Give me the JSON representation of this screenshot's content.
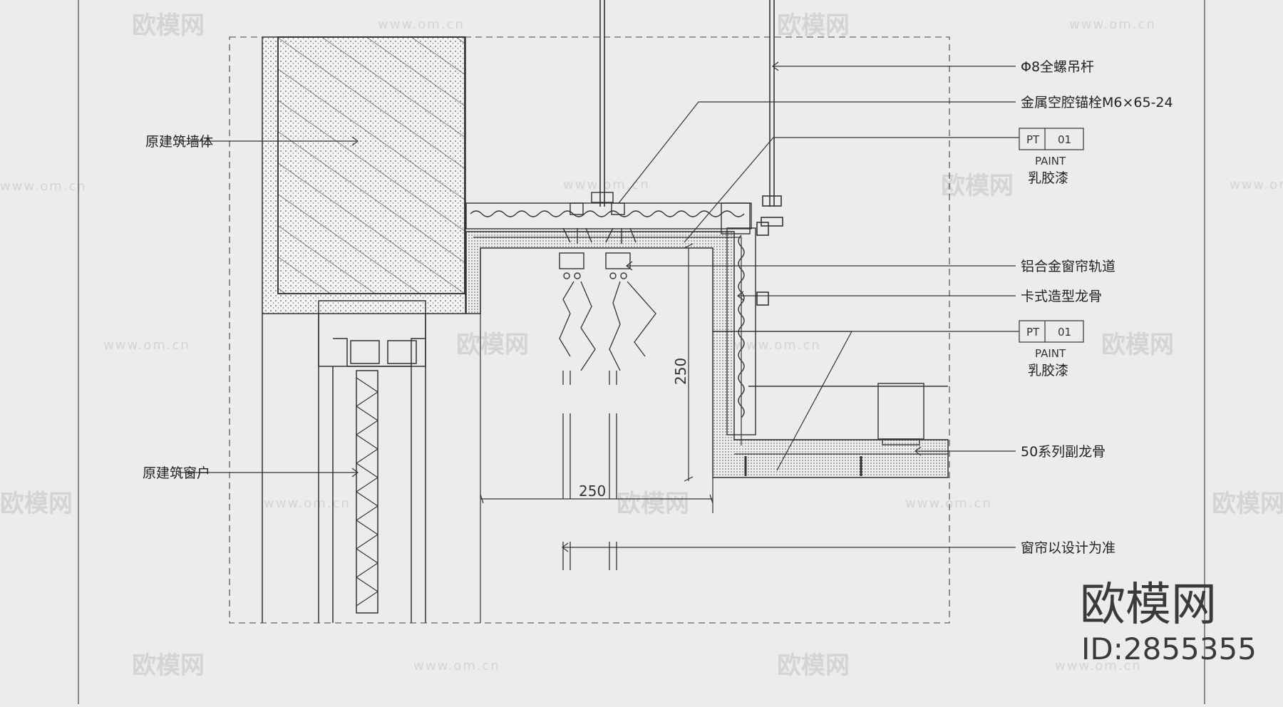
{
  "labels": {
    "wall": "原建筑墙体",
    "window": "原建筑窗户",
    "rod": "Φ8全螺吊杆",
    "anchor": "金属空腔锚栓M6×65-24",
    "track": "铝合金窗帘轨道",
    "keel": "卡式造型龙骨",
    "subkeel": "50系列副龙骨",
    "curtain": "窗帘以设计为准"
  },
  "paint_tags": [
    {
      "code": "PT",
      "num": "01",
      "word": "PAINT",
      "name": "乳胶漆"
    },
    {
      "code": "PT",
      "num": "01",
      "word": "PAINT",
      "name": "乳胶漆"
    }
  ],
  "dimensions": {
    "vertical": "250",
    "horizontal": "250"
  },
  "watermark": {
    "brand": "欧模网",
    "url": "www.om.cn",
    "id": "ID:2855355"
  }
}
